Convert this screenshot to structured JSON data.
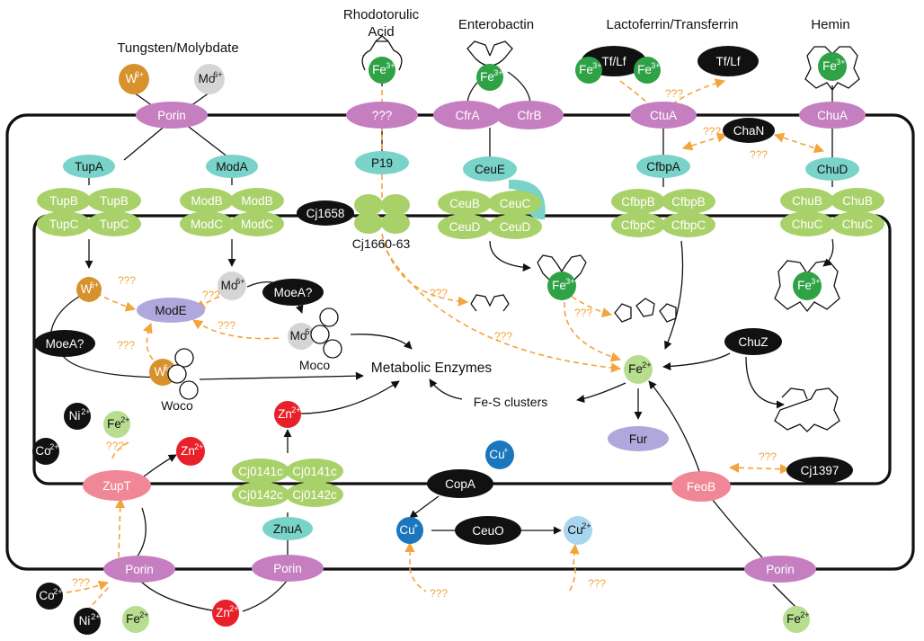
{
  "headers": {
    "tungsten": "Tungsten/Molybdate",
    "rhodotorulic_1": "Rhodotorulic",
    "rhodotorulic_2": "Acid",
    "enterobactin": "Enterobactin",
    "lactoferrin": "Lactoferrin/Transferrin",
    "hemin": "Hemin"
  },
  "labels": {
    "cj1660": "Cj1660-63",
    "moco": "Moco",
    "woco": "Woco",
    "metabolic": "Metabolic Enzymes",
    "fes": "Fe-S clusters",
    "unknown": "???"
  },
  "colors": {
    "porin": "#c57fc1",
    "periplasmic": "#79d3c8",
    "transporter": "#a9d16a",
    "regulator": "#b0a7dc",
    "black": "#111111",
    "zinc": "#e8202a",
    "copper": "#1a76bd",
    "copper2": "#a9d6ef",
    "iron3": "#2fa246",
    "iron2": "#b7dd8e",
    "tungsten": "#d7922d",
    "molybdate": "#d5d5d5",
    "efflux": "#f08796",
    "dashed": "#f3a43a"
  },
  "nodes": [
    {
      "id": "porin-1",
      "text": "Porin",
      "kind": "porin"
    },
    {
      "id": "porin-rta",
      "text": "???",
      "kind": "porin"
    },
    {
      "id": "cfra",
      "text": "CfrA",
      "kind": "porin"
    },
    {
      "id": "cfrb",
      "text": "CfrB",
      "kind": "porin"
    },
    {
      "id": "ctua",
      "text": "CtuA",
      "kind": "porin"
    },
    {
      "id": "chua",
      "text": "ChuA",
      "kind": "porin"
    },
    {
      "id": "porin-zupt",
      "text": "Porin",
      "kind": "porin"
    },
    {
      "id": "porin-znua",
      "text": "Porin",
      "kind": "porin"
    },
    {
      "id": "porin-feob",
      "text": "Porin",
      "kind": "porin"
    },
    {
      "id": "tupa",
      "text": "TupA",
      "kind": "periplasmic"
    },
    {
      "id": "moda",
      "text": "ModA",
      "kind": "periplasmic"
    },
    {
      "id": "p19",
      "text": "P19",
      "kind": "periplasmic"
    },
    {
      "id": "ceue",
      "text": "CeuE",
      "kind": "periplasmic"
    },
    {
      "id": "cfbpa",
      "text": "CfbpA",
      "kind": "periplasmic"
    },
    {
      "id": "chud",
      "text": "ChuD",
      "kind": "periplasmic"
    },
    {
      "id": "znua",
      "text": "ZnuA",
      "kind": "periplasmic"
    },
    {
      "id": "chan",
      "text": "ChaN",
      "kind": "black"
    },
    {
      "id": "cj1658",
      "text": "Cj1658",
      "kind": "black"
    },
    {
      "id": "moea-1",
      "text": "MoeA?",
      "kind": "black"
    },
    {
      "id": "moea-2",
      "text": "MoeA?",
      "kind": "black"
    },
    {
      "id": "chuz",
      "text": "ChuZ",
      "kind": "black"
    },
    {
      "id": "copa",
      "text": "CopA",
      "kind": "black"
    },
    {
      "id": "ceuo",
      "text": "CeuO",
      "kind": "black"
    },
    {
      "id": "cj1397",
      "text": "Cj1397",
      "kind": "black"
    },
    {
      "id": "tflf-1",
      "text": "Tf/Lf",
      "kind": "black"
    },
    {
      "id": "tflf-2",
      "text": "Tf/Lf",
      "kind": "black"
    },
    {
      "id": "mode",
      "text": "ModE",
      "kind": "regulator"
    },
    {
      "id": "fur",
      "text": "Fur",
      "kind": "regulator"
    },
    {
      "id": "zupt",
      "text": "ZupT",
      "kind": "efflux"
    },
    {
      "id": "feob",
      "text": "FeoB",
      "kind": "efflux"
    }
  ],
  "complexes": [
    {
      "id": "tup",
      "items": [
        "TupB",
        "TupB",
        "TupC",
        "TupC"
      ]
    },
    {
      "id": "mod",
      "items": [
        "ModB",
        "ModB",
        "ModC",
        "ModC"
      ]
    },
    {
      "id": "ceu",
      "items": [
        "CeuB",
        "CeuC",
        "CeuD",
        "CeuD"
      ]
    },
    {
      "id": "cfbp",
      "items": [
        "CfbpB",
        "CfbpB",
        "CfbpC",
        "CfbpC"
      ]
    },
    {
      "id": "chu",
      "items": [
        "ChuB",
        "ChuB",
        "ChuC",
        "ChuC"
      ]
    },
    {
      "id": "cj0141",
      "items": [
        "Cj0141c",
        "Cj0141c",
        "Cj0142c",
        "Cj0142c"
      ]
    }
  ],
  "ions": [
    {
      "id": "w-out",
      "base": "W",
      "charge": "6+",
      "kind": "tungsten"
    },
    {
      "id": "mo-out",
      "base": "Mo",
      "charge": "6+",
      "kind": "molybdate"
    },
    {
      "id": "fe-rta",
      "base": "Fe",
      "charge": "3+",
      "kind": "iron3"
    },
    {
      "id": "fe-ent",
      "base": "Fe",
      "charge": "3+",
      "kind": "iron3"
    },
    {
      "id": "fe-tf1",
      "base": "Fe",
      "charge": "3+",
      "kind": "iron3"
    },
    {
      "id": "fe-tf2",
      "base": "Fe",
      "charge": "3+",
      "kind": "iron3"
    },
    {
      "id": "fe-hem",
      "base": "Fe",
      "charge": "3+",
      "kind": "iron3"
    },
    {
      "id": "w-in",
      "base": "W",
      "charge": "6+",
      "kind": "tungsten"
    },
    {
      "id": "mo-in",
      "base": "Mo",
      "charge": "6+",
      "kind": "molybdate"
    },
    {
      "id": "mo-moco",
      "base": "Mo",
      "charge": "6+",
      "kind": "molybdate"
    },
    {
      "id": "w-woco",
      "base": "W",
      "charge": "6+",
      "kind": "tungsten"
    },
    {
      "id": "fe-ent-in",
      "base": "Fe",
      "charge": "3+",
      "kind": "iron3"
    },
    {
      "id": "fe-hem-in",
      "base": "Fe",
      "charge": "3+",
      "kind": "iron3"
    },
    {
      "id": "fe2-center",
      "base": "Fe",
      "charge": "2+",
      "kind": "iron2"
    },
    {
      "id": "ni-in",
      "base": "Ni",
      "charge": "2+",
      "kind": "black"
    },
    {
      "id": "fe2-in",
      "base": "Fe",
      "charge": "2+",
      "kind": "iron2"
    },
    {
      "id": "co-in",
      "base": "Co",
      "charge": "2+",
      "kind": "black"
    },
    {
      "id": "zn-zupt",
      "base": "Zn",
      "charge": "2+",
      "kind": "zinc"
    },
    {
      "id": "zn-mid",
      "base": "Zn",
      "charge": "2+",
      "kind": "zinc"
    },
    {
      "id": "cu-in",
      "base": "Cu",
      "charge": "+",
      "kind": "copper"
    },
    {
      "id": "cu-peri",
      "base": "Cu",
      "charge": "+",
      "kind": "copper"
    },
    {
      "id": "cu2-peri",
      "base": "Cu",
      "charge": "2+",
      "kind": "copper2"
    },
    {
      "id": "co-out",
      "base": "Co",
      "charge": "2+",
      "kind": "black"
    },
    {
      "id": "ni-out",
      "base": "Ni",
      "charge": "2+",
      "kind": "black"
    },
    {
      "id": "fe2-out1",
      "base": "Fe",
      "charge": "2+",
      "kind": "iron2"
    },
    {
      "id": "zn-out",
      "base": "Zn",
      "charge": "2+",
      "kind": "zinc"
    },
    {
      "id": "fe2-out2",
      "base": "Fe",
      "charge": "2+",
      "kind": "iron2"
    }
  ]
}
